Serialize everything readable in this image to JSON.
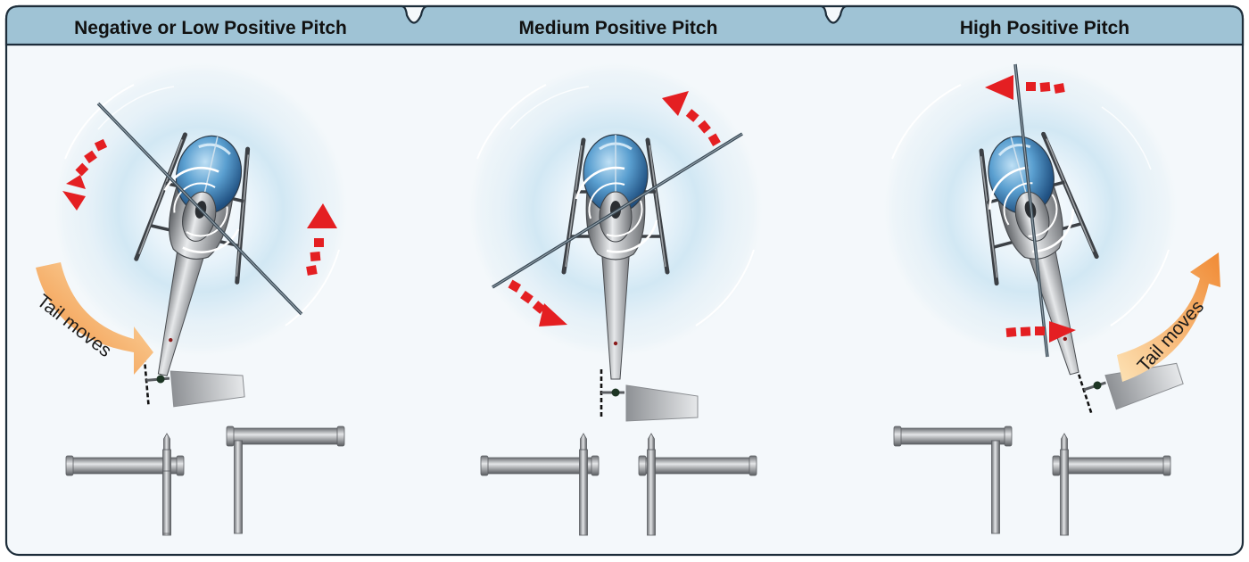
{
  "panels": [
    {
      "title": "Negative or Low Positive Pitch",
      "tail_label": "Tail moves"
    },
    {
      "title": "Medium Positive Pitch"
    },
    {
      "title": "High Positive Pitch",
      "tail_label": "Tail moves"
    }
  ],
  "colors": {
    "header_fill": "#9fc3d5",
    "border": "#1d2d3a",
    "background": "#f4f8fb",
    "arrow_red": "#e41f22",
    "tail_arrow_start": "#fde3b6",
    "tail_arrow_end": "#f08a34",
    "canopy_blue": "#4a8fc4"
  },
  "icons": [
    "rotor-disc",
    "helicopter-top-view",
    "rotation-arrow",
    "tail-moves-arrow",
    "anti-torque-pedal"
  ]
}
